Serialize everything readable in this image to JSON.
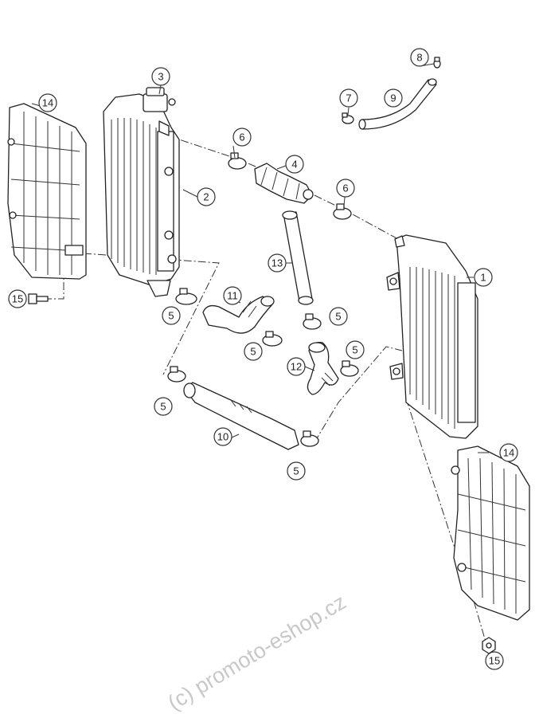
{
  "callouts": {
    "c1": "1",
    "c2": "2",
    "c3": "3",
    "c4": "4",
    "c5a": "5",
    "c5b": "5",
    "c5c": "5",
    "c5d": "5",
    "c5e": "5",
    "c5f": "5",
    "c6a": "6",
    "c6b": "6",
    "c7": "7",
    "c8": "8",
    "c9": "9",
    "c10": "10",
    "c11": "11",
    "c12": "12",
    "c13": "13",
    "c14a": "14",
    "c14b": "14",
    "c15a": "15",
    "c15b": "15"
  },
  "watermark": "(c) promoto-eshop.cz"
}
